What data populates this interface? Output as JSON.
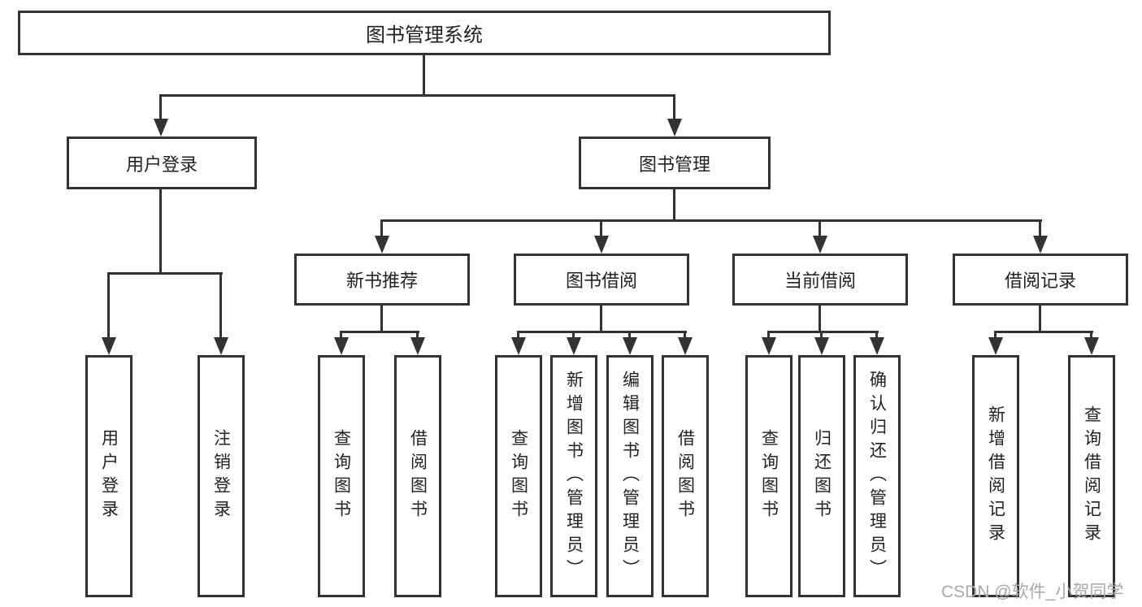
{
  "nodes": {
    "root": "图书管理系统",
    "user_login": "用户登录",
    "book_mgmt": "图书管理",
    "new_books": "新书推荐",
    "book_borrow": "图书借阅",
    "current_borrow": "当前借阅",
    "borrow_records": "借阅记录"
  },
  "leaves": {
    "user_login": "用户登录",
    "logout": "注销登录",
    "nb_query": "查询图书",
    "nb_borrow": "借阅图书",
    "bb_query": "查询图书",
    "bb_add": "新增图书（管理员）",
    "bb_edit": "编辑图书（管理员）",
    "bb_borrow": "借阅图书",
    "cb_query": "查询图书",
    "cb_return": "归还图书",
    "cb_confirm": "确认归还（管理员）",
    "br_add": "新增借阅记录",
    "br_query": "查询借阅记录"
  },
  "watermark": "CSDN @软件_小贺同学",
  "colors": {
    "line": "#333333",
    "text": "#222222",
    "watermark": "#a9a9ad",
    "background": "#ffffff"
  }
}
